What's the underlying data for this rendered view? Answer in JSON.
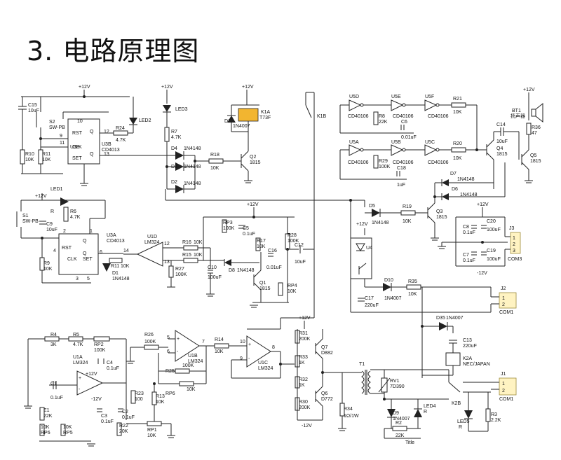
{
  "title": "3. 电路原理图",
  "rails": {
    "vcc": "+12V",
    "vee": "-12V"
  },
  "parts": {
    "C15": "C15",
    "C15v": "10uF",
    "S2": "S2",
    "S2v": "SW-PB",
    "R10": "R10",
    "R10v": "10K",
    "R11": "R11",
    "R11v": "10K",
    "U3B": "U3B",
    "U3Bv": "CD4013",
    "R24": "R24",
    "R24v": "4.7K",
    "LED2": "LED2",
    "LED3": "LED3",
    "R7": "R7",
    "R7v": "4.7K",
    "D4": "D4",
    "D3": "D3",
    "D2": "D2",
    "d1n": "1N4148",
    "R18": "R18",
    "R18v": "10K",
    "Q2": "Q2",
    "Q2v": "1815",
    "K1A": "K1A",
    "K1Av": "T73F",
    "D1": "D1",
    "D1v": "1N4007",
    "K1B": "K1B",
    "U5D": "U5D",
    "U5E": "U5E",
    "U5F": "U5F",
    "U5A": "U5A",
    "U5B": "U5B",
    "U5C": "U5C",
    "cd40106": "CD40106",
    "R8": "R8",
    "R8v": "22K",
    "C6": "C6",
    "C6v": "0.01uF",
    "R21": "R21",
    "R21v": "10K",
    "R20": "R20",
    "R20v": "10K",
    "R29": "R29",
    "R29v": "100K",
    "C18": "C18",
    "C18v": "1uF",
    "BT1": "BT1",
    "BT1v": "扬声器",
    "R36": "R36",
    "R36v": "47",
    "C14": "C14",
    "C14v": "10uF",
    "Q4": "Q4",
    "Q4v": "1815",
    "Q5": "Q5",
    "Q5v": "1815",
    "D7": "D7",
    "D6": "D6",
    "D5": "D5",
    "R19": "R19",
    "R19v": "10K",
    "Q3": "Q3",
    "Q3v": "1815",
    "C8": "C8",
    "C8v": "0.1uF",
    "C20": "C20",
    "C20v": "100uF",
    "C7": "C7",
    "C7v": "0.1uF",
    "C19": "C19",
    "C19v": "100uF",
    "J3": "J3",
    "J3v": "COM3",
    "LED1": "LED1",
    "LED1v": "R",
    "R6": "R6",
    "R6v": "4.7K",
    "S1": "S1",
    "S1v": "SW-PB",
    "C9": "C9",
    "C9v": "10uF",
    "R9": "R9",
    "R9v": "10K",
    "U3A": "U3A",
    "U3Av": "CD4013",
    "U1D": "U1D",
    "U1Dv": "LM324",
    "R11b": "R11",
    "D1b": "D1",
    "R16": "R16",
    "R16v": "10K",
    "R15": "R15",
    "R15v": "10K",
    "R27": "R27",
    "R27v": "100K",
    "RP3": "RP3",
    "RP3v": "100K",
    "C5": "C5",
    "C5v": "0.1uF",
    "R17": "R17",
    "R17v": "10K",
    "R28": "R28",
    "R28v": "100K",
    "C16": "C16",
    "C16v": "0.01uF",
    "C12": "C12",
    "C12v": "10uF",
    "C10": "C10",
    "C10v": "100uF",
    "D8": "D8",
    "D8v": "1N4148",
    "Q1": "Q1",
    "Q1v": "1815",
    "RP4": "RP4",
    "RP4v": "10K",
    "U4": "U4",
    "D10": "D10",
    "D10v": "1N4007",
    "R35": "R35",
    "R35v": "10K",
    "C17": "C17",
    "C17v": "220uF",
    "J2": "J2",
    "J2v": "COM1",
    "D35": "D35",
    "D35v": "1N4007",
    "C13": "C13",
    "C13v": "220uF",
    "K2A": "K2A",
    "K2Av": "NEC/JAPAN",
    "R4": "R4",
    "R4v": "3K",
    "R5": "R5",
    "R5v": "4.7K",
    "RP2": "RP2",
    "RP2v": "100K",
    "U1A": "U1A",
    "U1Av": "LM324",
    "C4": "C4",
    "C4v": "0.1uF",
    "C1": "C1",
    "C1v": "0.1uF",
    "C3": "C3",
    "C3v": "0.1uF",
    "C2": "C2",
    "C2v": "0.1uF",
    "E1": "E1",
    "E1v": "22K",
    "RP6": "RP6",
    "RP6v": "10K",
    "RP5": "RP5",
    "RP5v": "10K",
    "R22": "R22",
    "R22v": "20K",
    "R23": "R23",
    "R23v": "100",
    "R26": "R26",
    "R26v": "100K",
    "U1B": "U1B",
    "U1Bv": "LM324",
    "R25": "R25",
    "R25v": "100K",
    "RP6b": "RP6",
    "RP6bv": "10K",
    "R13": "R13",
    "R13v": "10K",
    "RP1": "RP1",
    "RP1v": "10K",
    "R14": "R14",
    "R14v": "10K",
    "U1C": "U1C",
    "U1Cv": "LM324",
    "R31": "R31",
    "R31v": "200K",
    "R33": "R33",
    "R33v": "1K",
    "R32": "R32",
    "R32v": "1K",
    "R30": "R30",
    "R30v": "200K",
    "Q7": "Q7",
    "Q7v": "D882",
    "Q6": "Q6",
    "Q6v": "D772",
    "T1": "T1",
    "R34": "R34",
    "R34v": "1Ω/1W",
    "RV1": "RV1",
    "RV1v": "7D390",
    "D9": "D9",
    "D9v": "1N4007",
    "LED4": "LED4",
    "LED4v": "R",
    "R2": "R2",
    "R2v": "22K",
    "K2B": "K2B",
    "LED5": "LED5",
    "LED5v": "R",
    "R3": "R3",
    "R3v": "2.2K",
    "J1": "J1",
    "J1v": "COM1",
    "title_block": "Title"
  }
}
